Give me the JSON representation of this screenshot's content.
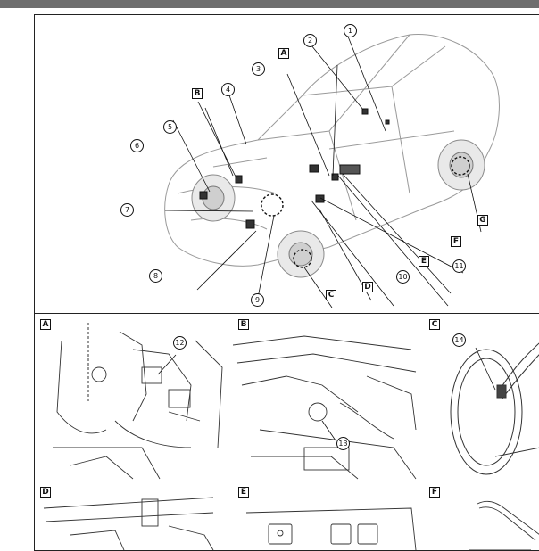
{
  "main": {
    "callouts": [
      "1",
      "2",
      "3",
      "4",
      "5",
      "6",
      "7",
      "8",
      "9",
      "10",
      "11"
    ],
    "letters": [
      "A",
      "B",
      "C",
      "D",
      "E",
      "F",
      "G"
    ]
  },
  "panels": {
    "A": {
      "label": "A",
      "callout": "12"
    },
    "B": {
      "label": "B",
      "callout": "13"
    },
    "C": {
      "label": "C",
      "callout": "14"
    },
    "D": {
      "label": "D"
    },
    "E": {
      "label": "E"
    },
    "F": {
      "label": "F"
    }
  }
}
